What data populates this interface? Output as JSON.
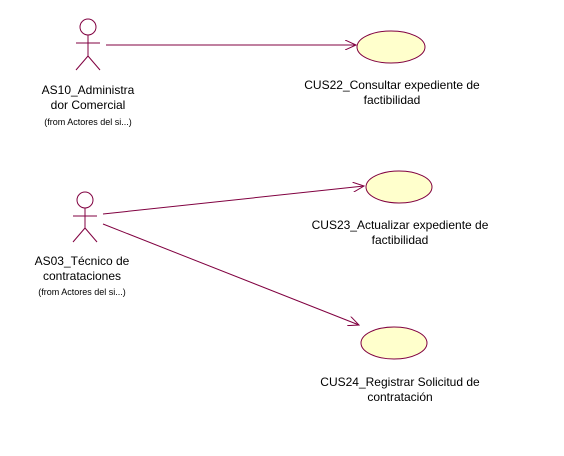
{
  "colors": {
    "line": "#800040",
    "usecase_fill": "#FFFFCC",
    "usecase_stroke": "#800040",
    "actor_stroke": "#800040"
  },
  "actors": [
    {
      "id": "AS10",
      "name_line1": "AS10_Administra",
      "name_line2": "dor Comercial",
      "source": "(from Actores del si...)"
    },
    {
      "id": "AS03",
      "name_line1": "AS03_Técnico de",
      "name_line2": "contrataciones",
      "source": "(from Actores del si...)"
    }
  ],
  "use_cases": [
    {
      "id": "CUS22",
      "line1": "CUS22_Consultar expediente de",
      "line2": "factibilidad"
    },
    {
      "id": "CUS23",
      "line1": "CUS23_Actualizar expediente de",
      "line2": "factibilidad"
    },
    {
      "id": "CUS24",
      "line1": "CUS24_Registrar Solicitud de",
      "line2": "contratación"
    }
  ],
  "associations": [
    {
      "from": "AS10",
      "to": "CUS22"
    },
    {
      "from": "AS03",
      "to": "CUS23"
    },
    {
      "from": "AS03",
      "to": "CUS24"
    }
  ]
}
